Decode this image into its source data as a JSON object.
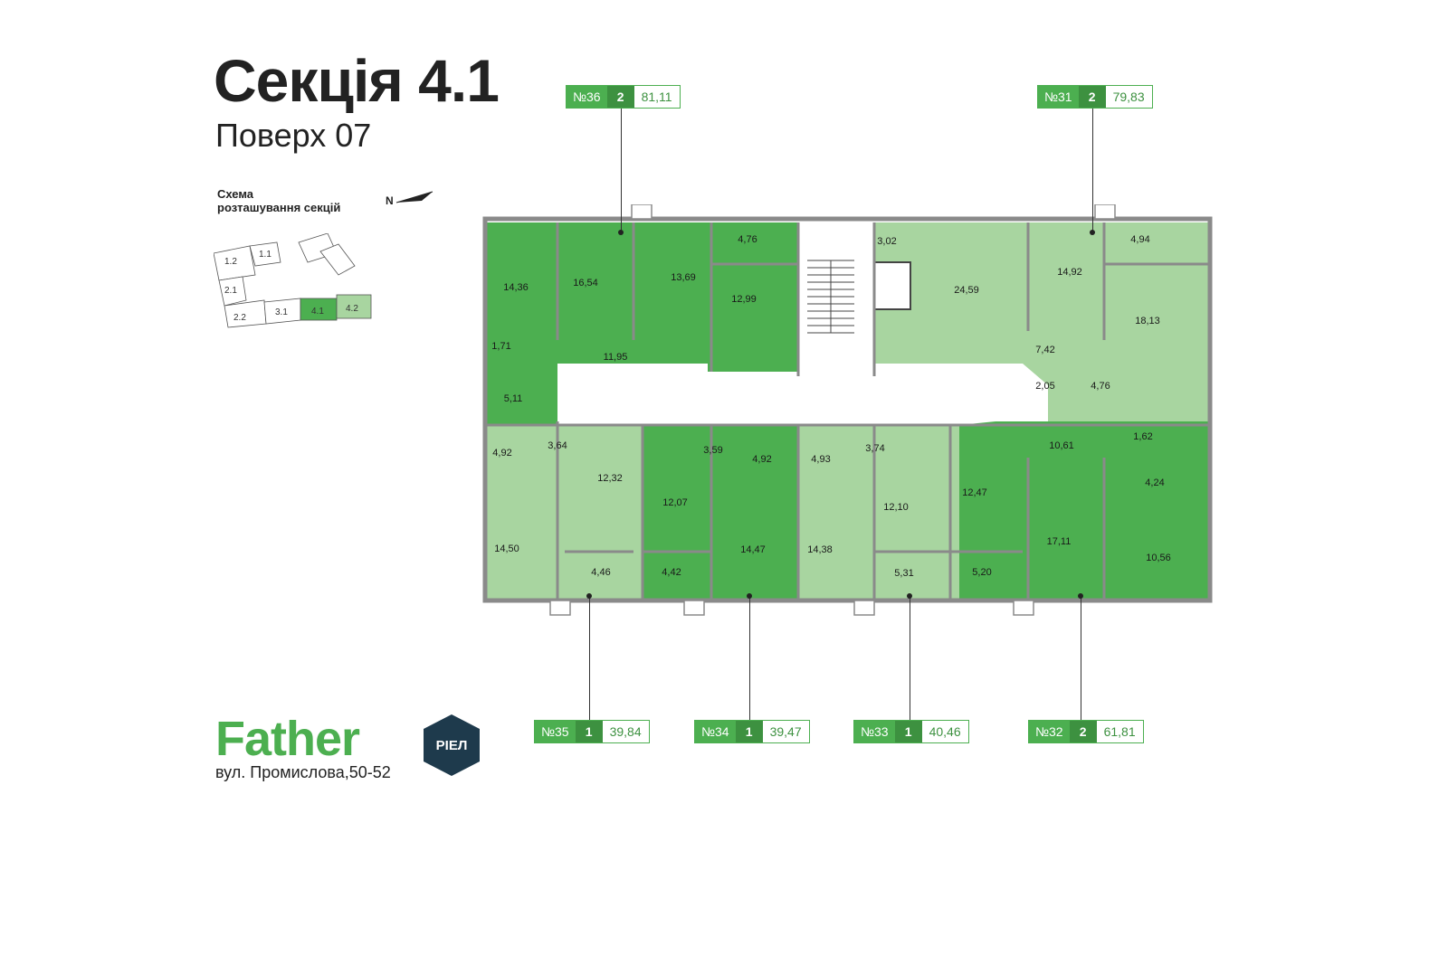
{
  "header": {
    "title": "Секція 4.1",
    "subtitle": "Поверх 07"
  },
  "schema": {
    "label_line1": "Схема",
    "label_line2": "розташування секцій",
    "north": "N",
    "sections": [
      "1.2",
      "1.1",
      "2.1",
      "2.2",
      "3.1",
      "4.1",
      "4.2"
    ],
    "active_section": "4.1"
  },
  "colors": {
    "dark_green": "#4caf50",
    "light_green": "#a8d5a0",
    "wall": "#8a8a8a",
    "rooms_badge": "#3d9140"
  },
  "apartments": [
    {
      "num": "№36",
      "rooms": "2",
      "area": "81,11"
    },
    {
      "num": "№31",
      "rooms": "2",
      "area": "79,83"
    },
    {
      "num": "№35",
      "rooms": "1",
      "area": "39,84"
    },
    {
      "num": "№34",
      "rooms": "1",
      "area": "39,47"
    },
    {
      "num": "№33",
      "rooms": "1",
      "area": "40,46"
    },
    {
      "num": "№32",
      "rooms": "2",
      "area": "61,81"
    }
  ],
  "room_areas": {
    "a36": [
      "14,36",
      "16,54",
      "13,69",
      "12,99",
      "4,76",
      "1,71",
      "5,11",
      "11,95"
    ],
    "a31": [
      "3,02",
      "24,59",
      "14,92",
      "4,94",
      "18,13",
      "7,42",
      "2,05",
      "4,76"
    ],
    "a35": [
      "4,92",
      "3,64",
      "12,32",
      "14,50",
      "4,46"
    ],
    "a34": [
      "12,07",
      "3,59",
      "4,92",
      "14,47",
      "4,42"
    ],
    "a33": [
      "4,93",
      "3,74",
      "12,10",
      "14,38",
      "5,31"
    ],
    "a32": [
      "12,47",
      "10,61",
      "1,62",
      "4,24",
      "17,11",
      "10,56",
      "5,20"
    ]
  },
  "brand": {
    "name": "Father",
    "address": "вул. Промислова,50-52",
    "logo_text": "РІЕЛ"
  }
}
